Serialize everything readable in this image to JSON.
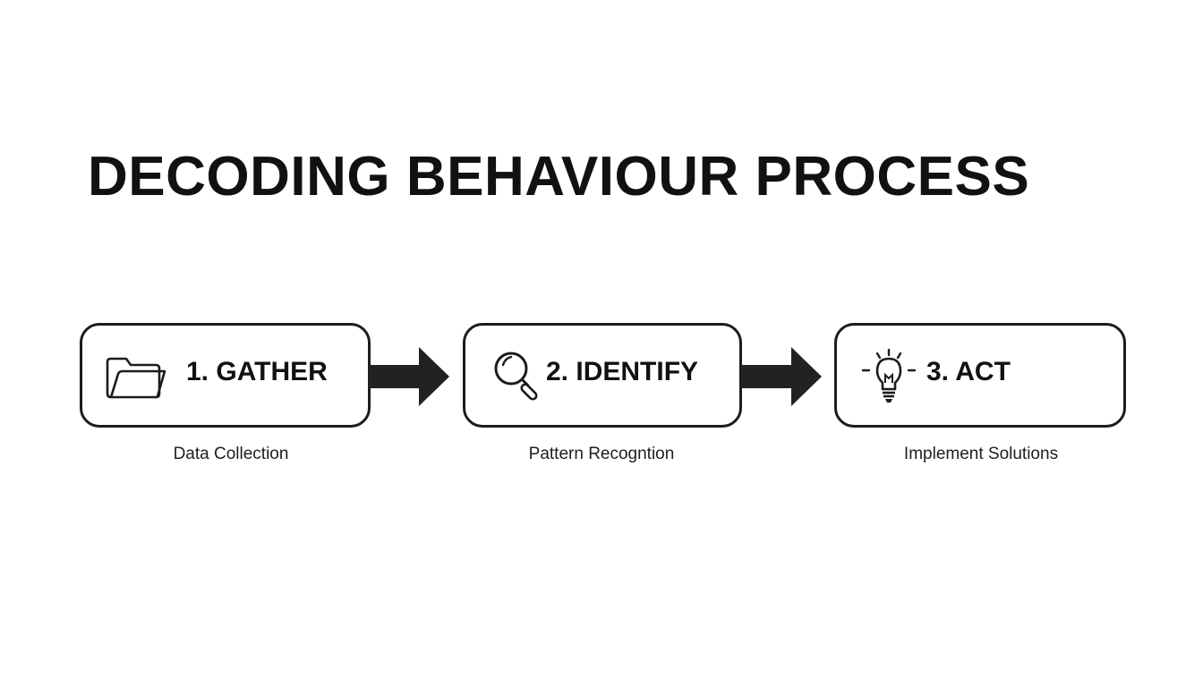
{
  "title": "DECODING BEHAVIOUR PROCESS",
  "steps": [
    {
      "label": "1. GATHER",
      "caption": "Data Collection",
      "icon": "folder-icon"
    },
    {
      "label": "2. IDENTIFY",
      "caption": "Pattern Recogntion",
      "icon": "magnifier-icon"
    },
    {
      "label": "3. ACT",
      "caption": "Implement Solutions",
      "icon": "lightbulb-icon"
    }
  ],
  "colors": {
    "ink": "#111111",
    "border": "#1c1c1c",
    "arrow": "#222222",
    "background": "#ffffff"
  }
}
